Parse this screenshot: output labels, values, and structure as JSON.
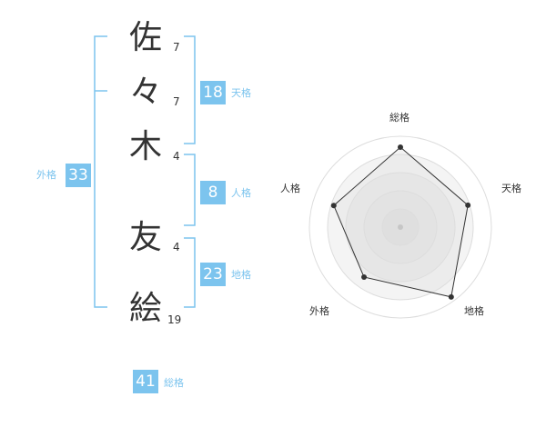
{
  "name": {
    "characters": [
      {
        "char": "佐",
        "strokes": "7"
      },
      {
        "char": "々",
        "strokes": "7"
      },
      {
        "char": "木",
        "strokes": "4"
      },
      {
        "char": "友",
        "strokes": "4"
      },
      {
        "char": "絵",
        "strokes": "19"
      }
    ]
  },
  "scores": {
    "tenkaku": {
      "value": "18",
      "label": "天格"
    },
    "jinkaku": {
      "value": "8",
      "label": "人格"
    },
    "chikaku": {
      "value": "23",
      "label": "地格"
    },
    "gaikaku": {
      "value": "33",
      "label": "外格"
    },
    "soukaku": {
      "value": "41",
      "label": "総格"
    }
  },
  "radar": {
    "axes": [
      "総格",
      "天格",
      "地格",
      "外格",
      "人格"
    ],
    "values": [
      0.88,
      0.78,
      0.95,
      0.68,
      0.77
    ],
    "accent_color": "#7cc4ee"
  }
}
